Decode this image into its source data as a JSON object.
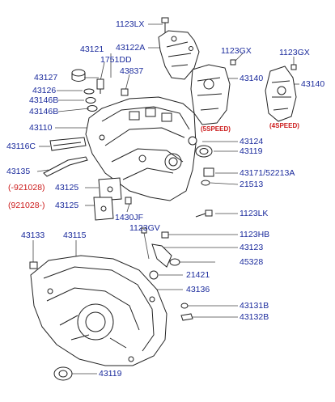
{
  "colors": {
    "part_number": "#1a2a9c",
    "date_range": "#cc1b1b",
    "linework": "#222222"
  },
  "labels": {
    "p1123LX": "1123LX",
    "p43122A": "43122A",
    "p43121": "43121",
    "p1751DD": "1751DD",
    "p1123GX_a": "1123GX",
    "p1123GX_b": "1123GX",
    "p43127": "43127",
    "p43837": "43837",
    "p43140_a": "43140",
    "p43140_b": "43140",
    "p43126": "43126",
    "p43146B_a": "43146B",
    "p43146B_b": "43146B",
    "p43110": "43110",
    "p43124": "43124",
    "p43119_a": "43119",
    "p43116C": "43116C",
    "p43135": "43135",
    "p43171": "43171/52213A",
    "p21513": "21513",
    "p43125_a": "43125",
    "p43125_b": "43125",
    "p1430JF": "1430JF",
    "p1123LK": "1123LK",
    "p43133": "43133",
    "p43115": "43115",
    "p1123GV": "1123GV",
    "p1123HB": "1123HB",
    "p43123": "43123",
    "p45328": "45328",
    "p21421": "21421",
    "p43136": "43136",
    "p43131B": "43131B",
    "p43132B": "43132B",
    "p43119_b": "43119"
  },
  "dates": {
    "d1": "(-921028)",
    "d2": "(921028-)"
  },
  "notes": {
    "speed5": "(5SPEED)",
    "speed4": "(4SPEED)"
  }
}
